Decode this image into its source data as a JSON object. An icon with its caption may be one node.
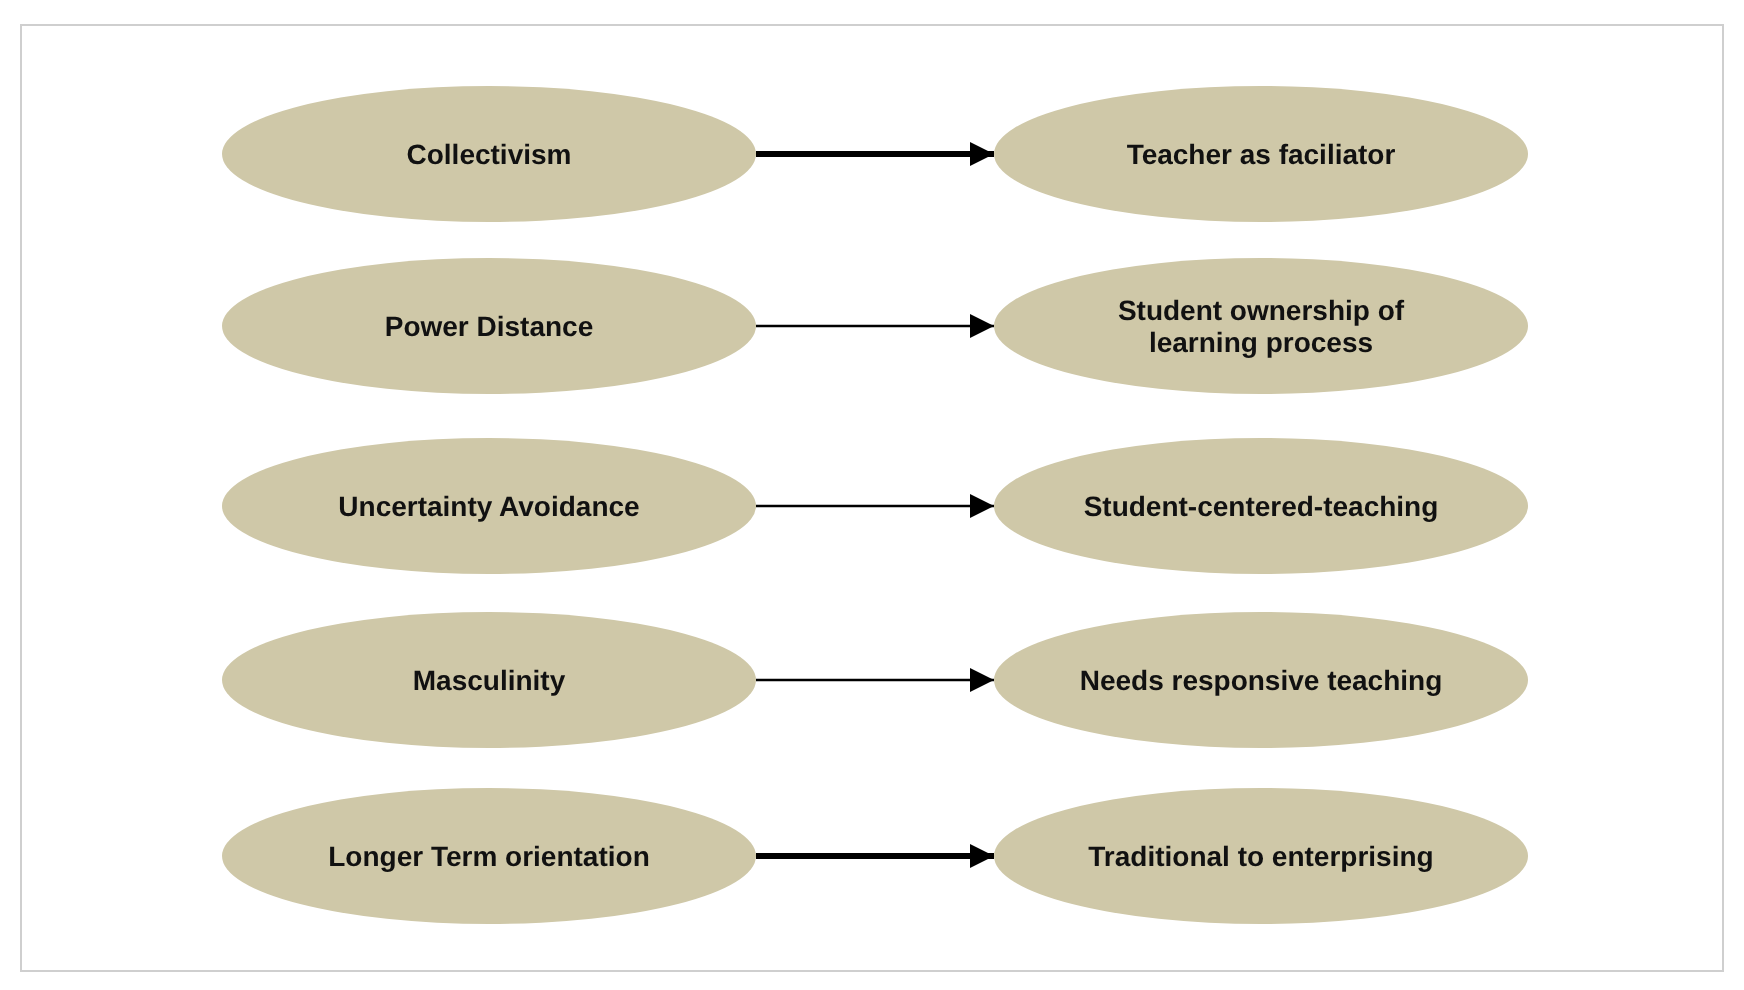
{
  "diagram": {
    "nodes": [
      {
        "text": [
          "Collectivism"
        ]
      },
      {
        "text": [
          "Teacher as faciliator"
        ]
      },
      {
        "text": [
          "Power Distance"
        ]
      },
      {
        "text": [
          "Student ownership of learning process"
        ]
      },
      {
        "text": [
          "Uncertainty Avoidance"
        ]
      },
      {
        "text": [
          "Student-centered-teaching"
        ]
      },
      {
        "text": [
          "Masculinity"
        ]
      },
      {
        "text": [
          "Needs responsive teaching"
        ]
      },
      {
        "text": [
          "Longer Term orientation"
        ]
      },
      {
        "text": [
          "Traditional to enterprising"
        ]
      }
    ],
    "edges": [
      {
        "from": 0,
        "to": 1,
        "arrow": "to",
        "style": "thick"
      },
      {
        "from": 2,
        "to": 3,
        "arrow": "to"
      },
      {
        "from": 4,
        "to": 5,
        "arrow": "to"
      },
      {
        "from": 6,
        "to": 7,
        "arrow": "to"
      },
      {
        "from": 8,
        "to": 9,
        "arrow": "to",
        "style": "thick"
      }
    ]
  }
}
